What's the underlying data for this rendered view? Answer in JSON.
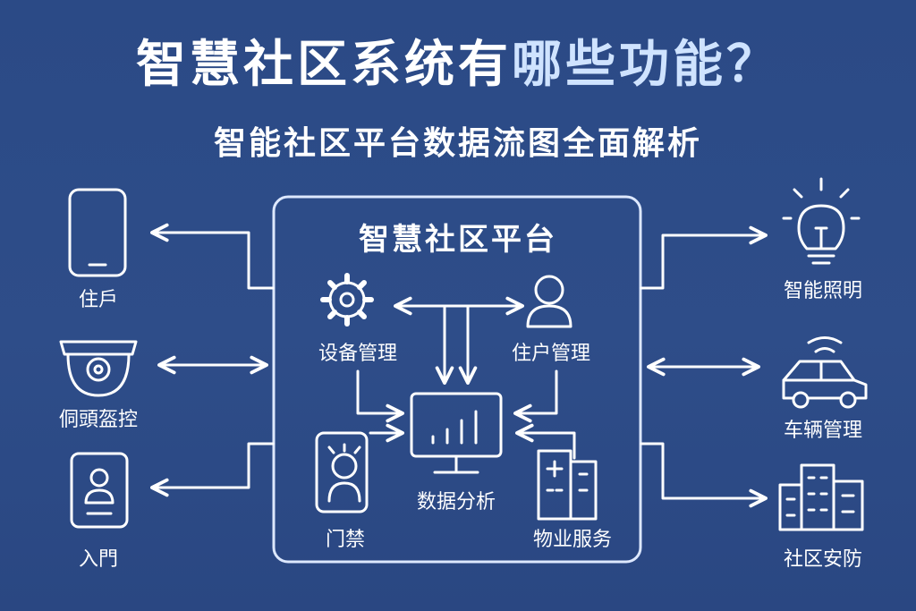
{
  "title": {
    "main": "智慧社区系统有",
    "accent": "哪些功能？"
  },
  "subtitle": "智能社区平台数据流图全面解析",
  "platform": {
    "title": "智慧社区平台",
    "modules": {
      "device": "设备管理",
      "resident": "住户管理",
      "analytics": "数据分析",
      "access": "门禁",
      "property": "物业服务"
    }
  },
  "left_nodes": [
    {
      "label": "住戶",
      "icon": "smartphone-icon"
    },
    {
      "label": "侗頭盔控",
      "icon": "camera-icon"
    },
    {
      "label": "入門",
      "icon": "id-card-icon"
    }
  ],
  "right_nodes": [
    {
      "label": "智能照明",
      "icon": "lightbulb-icon"
    },
    {
      "label": "车辆管理",
      "icon": "car-icon"
    },
    {
      "label": "社区安防",
      "icon": "buildings-icon"
    }
  ],
  "colors": {
    "background": "#2c4b87",
    "line": "#ffffff",
    "accent": "#cfe3ff"
  }
}
